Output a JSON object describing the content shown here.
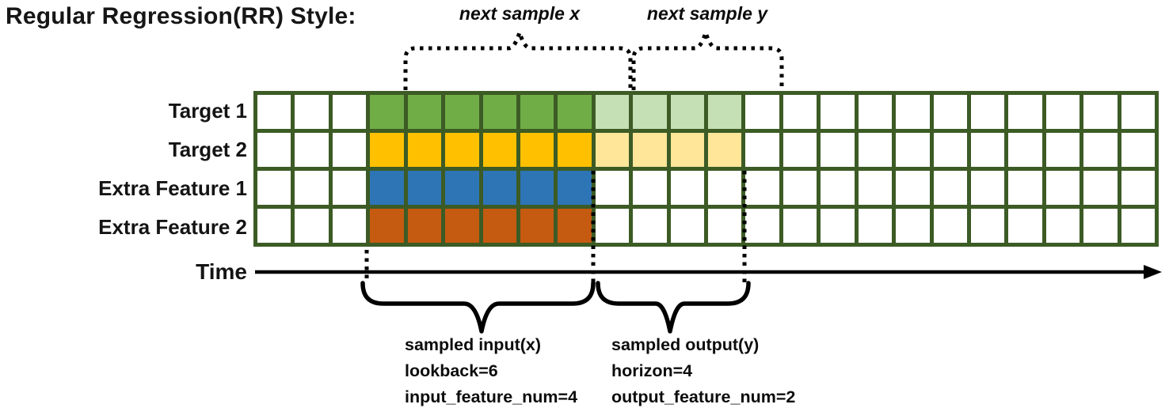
{
  "title": "Regular Regression(RR) Style:",
  "colors": {
    "grid_border": "#3C5B25",
    "empty_cell": "#FFFFFF",
    "target1_input": "#70AD47",
    "target1_output": "#C5E0B4",
    "target2_input": "#FFC000",
    "target2_output": "#FFE699",
    "extra_feature1_input": "#2E75B6",
    "extra_feature2_input": "#C55A11"
  },
  "grid": {
    "num_columns": 24,
    "lead_empty_columns": 3,
    "lookback": 6,
    "horizon": 4,
    "rows": [
      {
        "label": "Target 1",
        "input_color": "#70AD47",
        "output_color": "#C5E0B4"
      },
      {
        "label": "Target 2",
        "input_color": "#FFC000",
        "output_color": "#FFE699"
      },
      {
        "label": "Extra Feature 1",
        "input_color": "#2E75B6",
        "output_color": null
      },
      {
        "label": "Extra Feature 2",
        "input_color": "#C55A11",
        "output_color": null
      }
    ]
  },
  "annotations": {
    "next_sample_x": "next sample x",
    "next_sample_y": "next sample y",
    "time_label": "Time",
    "input_block": [
      "sampled input(x)",
      "lookback=6",
      "input_feature_num=4"
    ],
    "output_block": [
      "sampled output(y)",
      "horizon=4",
      "output_feature_num=2"
    ]
  }
}
